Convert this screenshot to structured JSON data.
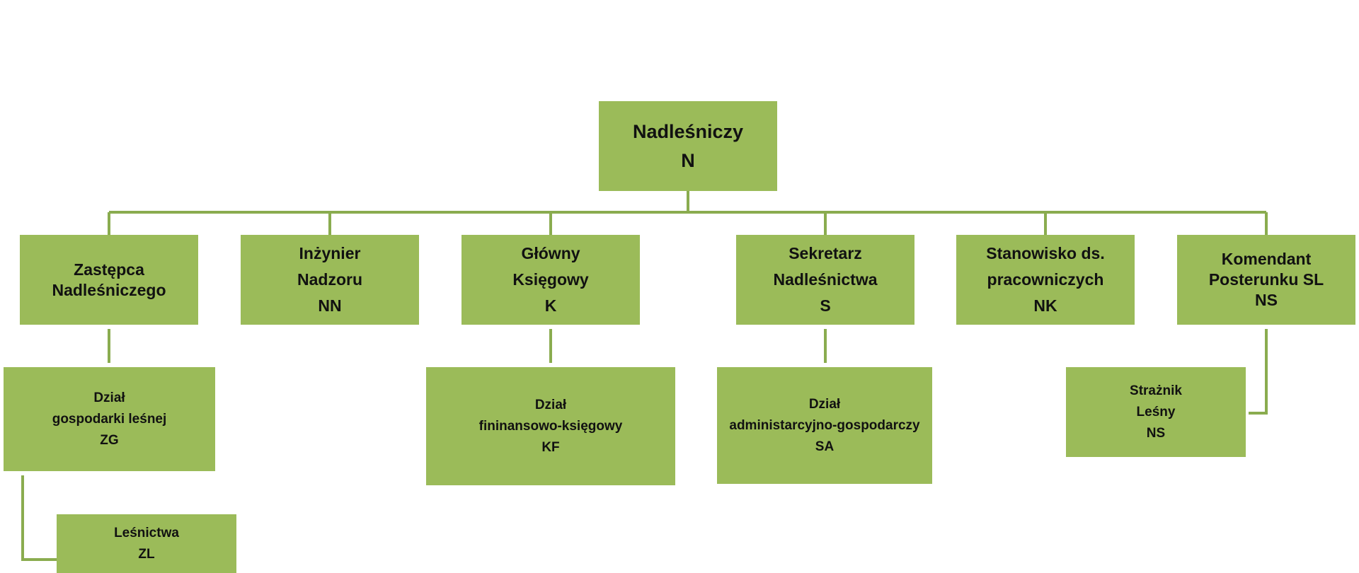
{
  "colors": {
    "box_fill": "#9bbb59",
    "connector": "#8aac4f",
    "text": "#111111",
    "background": "#ffffff"
  },
  "org_chart": {
    "root": {
      "id": "nadlesniczy",
      "lines": [
        "Nadleśniczy",
        "N"
      ]
    },
    "departments": [
      {
        "id": "zastepca",
        "lines": [
          "Zastępca",
          "Nadleśniczego"
        ],
        "children": [
          {
            "id": "dzial-zg",
            "lines": [
              "Dział",
              "gospodarki leśnej",
              "ZG"
            ],
            "children": [
              {
                "id": "lesnictwa",
                "lines": [
                  "Leśnictwa",
                  "ZL"
                ]
              }
            ]
          }
        ]
      },
      {
        "id": "inzynier",
        "lines": [
          "Inżynier",
          "Nadzoru",
          "NN"
        ],
        "children": []
      },
      {
        "id": "ksiegowy",
        "lines": [
          "Główny",
          "Księgowy",
          "K"
        ],
        "children": [
          {
            "id": "dzial-kf",
            "lines": [
              "Dział",
              "fininansowo-księgowy",
              "KF"
            ]
          }
        ]
      },
      {
        "id": "sekretarz",
        "lines": [
          "Sekretarz",
          "Nadleśnictwa",
          "S"
        ],
        "children": [
          {
            "id": "dzial-sa",
            "lines": [
              "Dział",
              "administarcyjno-gospodarczy",
              "SA"
            ]
          }
        ]
      },
      {
        "id": "stanowisko",
        "lines": [
          "Stanowisko ds.",
          "pracowniczych",
          "NK"
        ],
        "children": []
      },
      {
        "id": "komendant",
        "lines": [
          "Komendant",
          "Posterunku SL",
          "NS"
        ],
        "children": [
          {
            "id": "straznik",
            "lines": [
              "Strażnik",
              "Leśny",
              "NS"
            ]
          }
        ]
      }
    ]
  }
}
